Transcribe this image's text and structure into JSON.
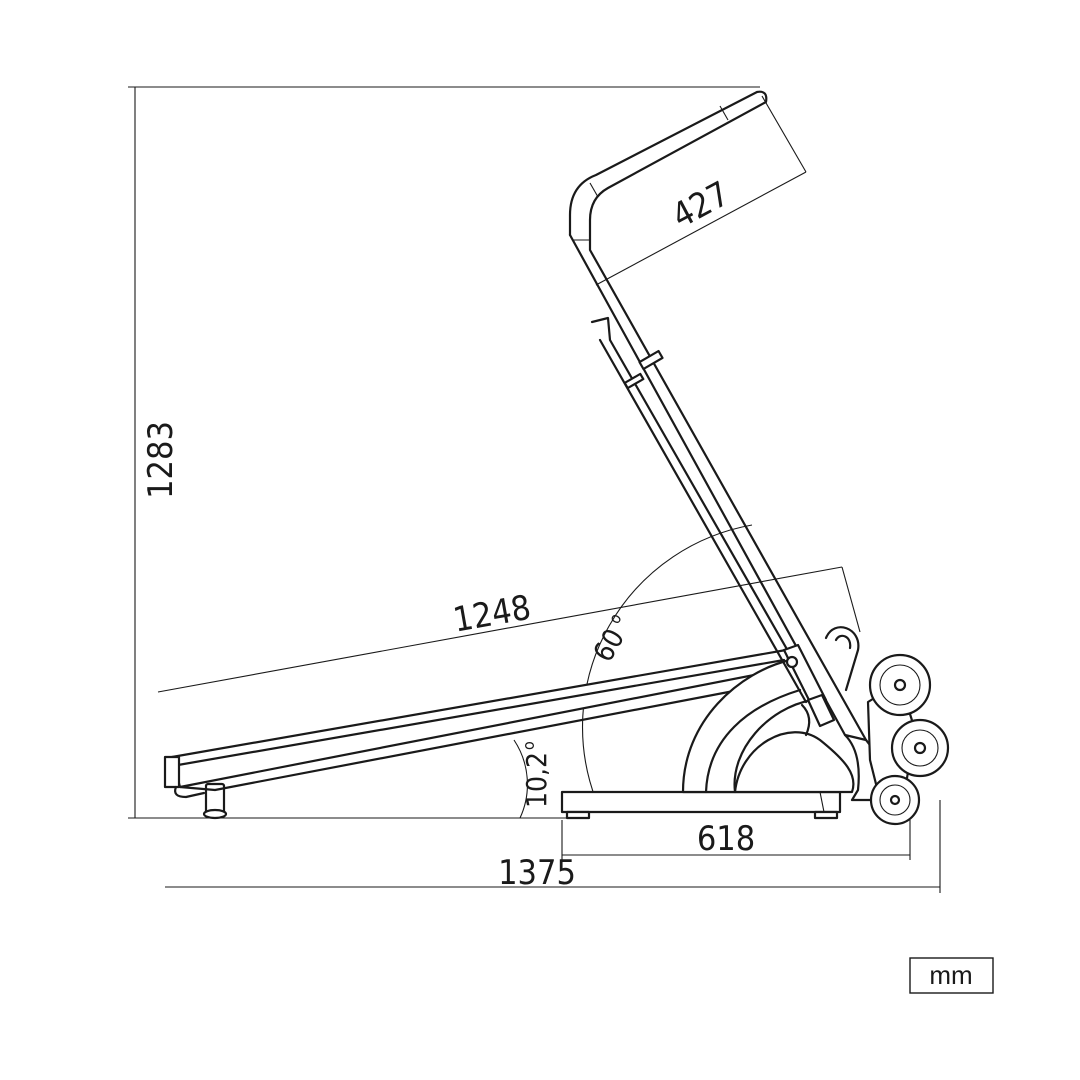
{
  "dimensions": {
    "total_height": "1283",
    "handle_length": "427",
    "deck_length": "1248",
    "handle_angle": "60",
    "deck_angle": "10,2",
    "base_length": "618",
    "total_length": "1375"
  },
  "unit": "mm",
  "colors": {
    "line": "#1a1a1a",
    "background": "#ffffff"
  }
}
